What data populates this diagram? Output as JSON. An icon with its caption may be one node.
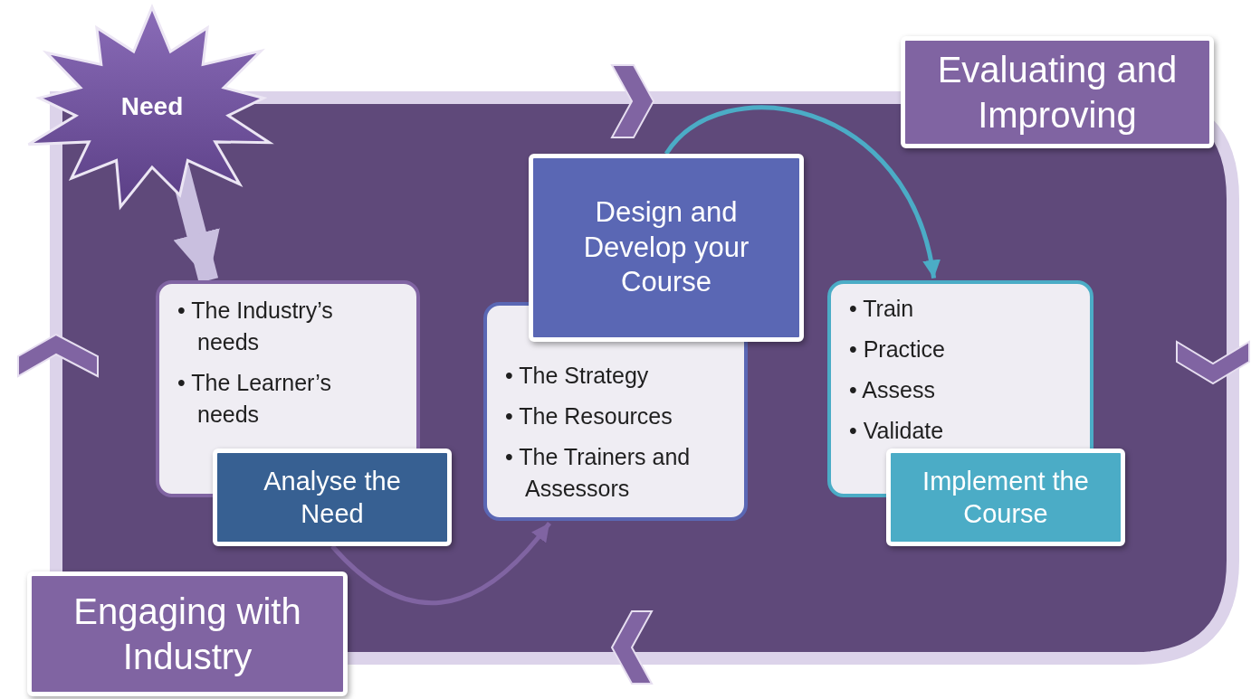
{
  "diagram": {
    "nodes": [
      {
        "text": [
          "Need"
        ]
      },
      {
        "text": [
          "Evaluating and Improving"
        ]
      },
      {
        "text": [
          "• The Industry’s needs",
          "• The Learner’s needs"
        ]
      },
      {
        "text": [
          "Analyse the Need"
        ]
      },
      {
        "text": [
          "Design and Develop your Course"
        ]
      },
      {
        "text": [
          "• The Strategy",
          "• The Resources",
          "• The Trainers and Assessors"
        ]
      },
      {
        "text": [
          "• Train",
          "• Practice",
          "• Assess",
          "• Validate"
        ]
      },
      {
        "text": [
          "Implement the Course"
        ]
      },
      {
        "text": [
          "Engaging with Industry"
        ]
      }
    ],
    "edges": [
      {
        "from": 0,
        "to": 2,
        "arrow": "to",
        "style": "thick",
        "color": "#c9bfdf"
      },
      {
        "from": 3,
        "to": 5,
        "arrow": "to",
        "color": "#8064a2"
      },
      {
        "from": 4,
        "to": 6,
        "arrow": "to",
        "color": "#4bacc6"
      }
    ]
  }
}
